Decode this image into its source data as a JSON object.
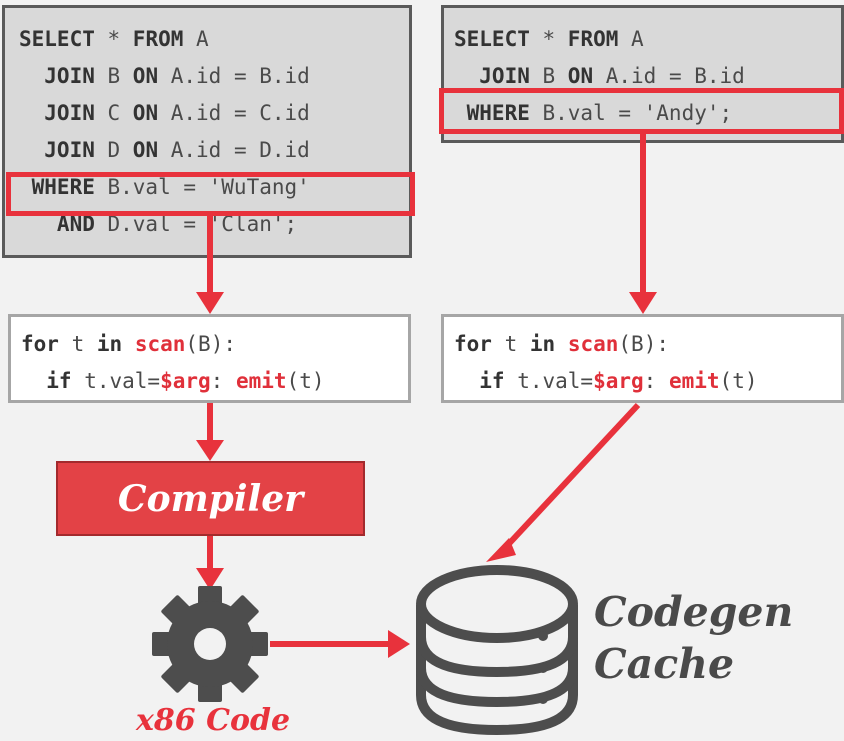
{
  "query1": {
    "lines": [
      [
        {
          "t": "SELECT",
          "k": 1
        },
        {
          "t": " * "
        },
        {
          "t": "FROM",
          "k": 1
        },
        {
          "t": " A"
        }
      ],
      [
        {
          "t": "  JOIN",
          "k": 1
        },
        {
          "t": " B "
        },
        {
          "t": "ON",
          "k": 1
        },
        {
          "t": " A.id = B.id"
        }
      ],
      [
        {
          "t": "  JOIN",
          "k": 1
        },
        {
          "t": " C "
        },
        {
          "t": "ON",
          "k": 1
        },
        {
          "t": " A.id = C.id"
        }
      ],
      [
        {
          "t": "  JOIN",
          "k": 1
        },
        {
          "t": " D "
        },
        {
          "t": "ON",
          "k": 1
        },
        {
          "t": " A.id = D.id"
        }
      ],
      [
        {
          "t": " WHERE",
          "k": 1
        },
        {
          "t": " B.val = 'WuTang'"
        }
      ],
      [
        {
          "t": "   AND",
          "k": 1
        },
        {
          "t": " D.val = 'Clan';"
        }
      ]
    ]
  },
  "query2": {
    "lines": [
      [
        {
          "t": "SELECT",
          "k": 1
        },
        {
          "t": " * "
        },
        {
          "t": "FROM",
          "k": 1
        },
        {
          "t": " A"
        }
      ],
      [
        {
          "t": "  JOIN",
          "k": 1
        },
        {
          "t": " B "
        },
        {
          "t": "ON",
          "k": 1
        },
        {
          "t": " A.id = B.id"
        }
      ],
      [
        {
          "t": " WHERE",
          "k": 1
        },
        {
          "t": " B.val = 'Andy';"
        }
      ]
    ]
  },
  "plan_code": {
    "lines": [
      [
        {
          "t": "for",
          "k": 1
        },
        {
          "t": " t "
        },
        {
          "t": "in",
          "k": 1
        },
        {
          "t": " "
        },
        {
          "t": "scan",
          "f": 1
        },
        {
          "t": "(B):"
        }
      ],
      [
        {
          "t": "  if",
          "k": 1
        },
        {
          "t": " t.val="
        },
        {
          "t": "$arg",
          "f": 1
        },
        {
          "t": ": "
        },
        {
          "t": "emit",
          "f": 1
        },
        {
          "t": "(t)"
        }
      ]
    ]
  },
  "compiler_label": "Compiler",
  "x86_label": "x86 Code",
  "cache_label_line1": "Codegen",
  "cache_label_line2": "Cache",
  "colors": {
    "accent": "#e8323c",
    "icon": "#4d4d4d"
  },
  "icons": {
    "gear": "gear-icon",
    "database": "database-icon"
  }
}
